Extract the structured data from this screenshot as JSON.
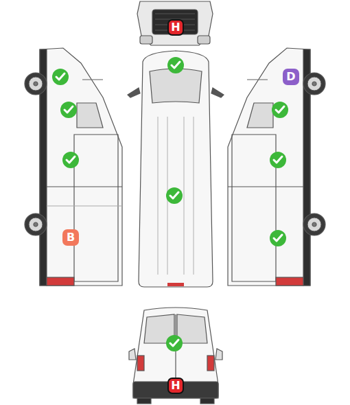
{
  "diagram": {
    "nodes": [
      {
        "text": [
          "H"
        ]
      },
      {
        "text": [
          "D"
        ]
      },
      {
        "text": [
          "B"
        ]
      },
      {
        "text": [
          "H"
        ]
      }
    ]
  }
}
